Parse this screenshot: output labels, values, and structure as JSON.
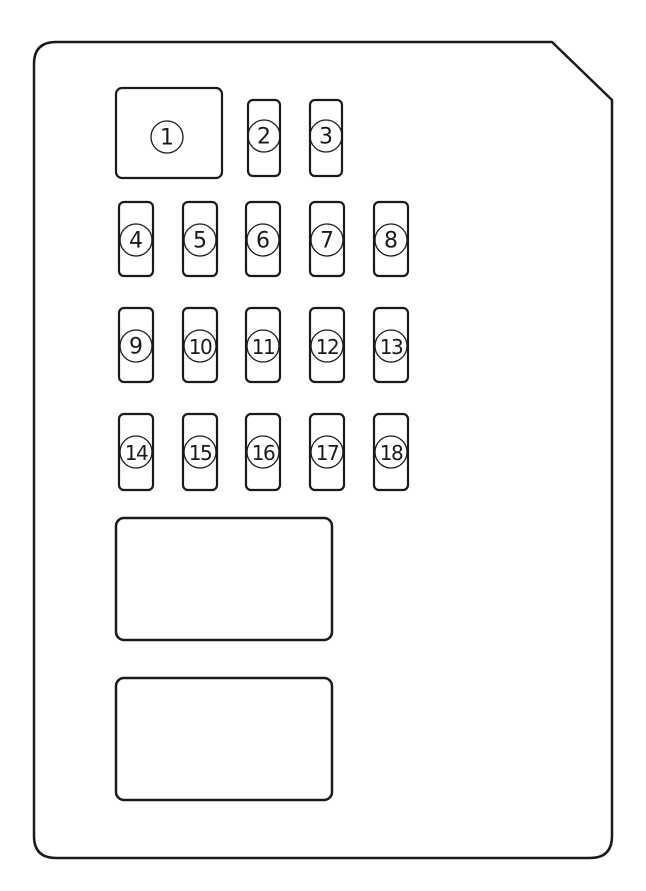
{
  "fuses": [
    {
      "label": "1",
      "size": "large"
    },
    {
      "label": "2",
      "size": "small"
    },
    {
      "label": "3",
      "size": "small"
    },
    {
      "label": "4",
      "size": "small"
    },
    {
      "label": "5",
      "size": "small"
    },
    {
      "label": "6",
      "size": "small"
    },
    {
      "label": "7",
      "size": "small"
    },
    {
      "label": "8",
      "size": "small"
    },
    {
      "label": "9",
      "size": "small"
    },
    {
      "label": "10",
      "size": "small"
    },
    {
      "label": "11",
      "size": "small"
    },
    {
      "label": "12",
      "size": "small"
    },
    {
      "label": "13",
      "size": "small"
    },
    {
      "label": "14",
      "size": "small"
    },
    {
      "label": "15",
      "size": "small"
    },
    {
      "label": "16",
      "size": "small"
    },
    {
      "label": "17",
      "size": "small"
    },
    {
      "label": "18",
      "size": "small"
    }
  ],
  "unlabeled_blocks": 2,
  "colors": {
    "line": "#1a1a1a",
    "background": "#ffffff"
  }
}
